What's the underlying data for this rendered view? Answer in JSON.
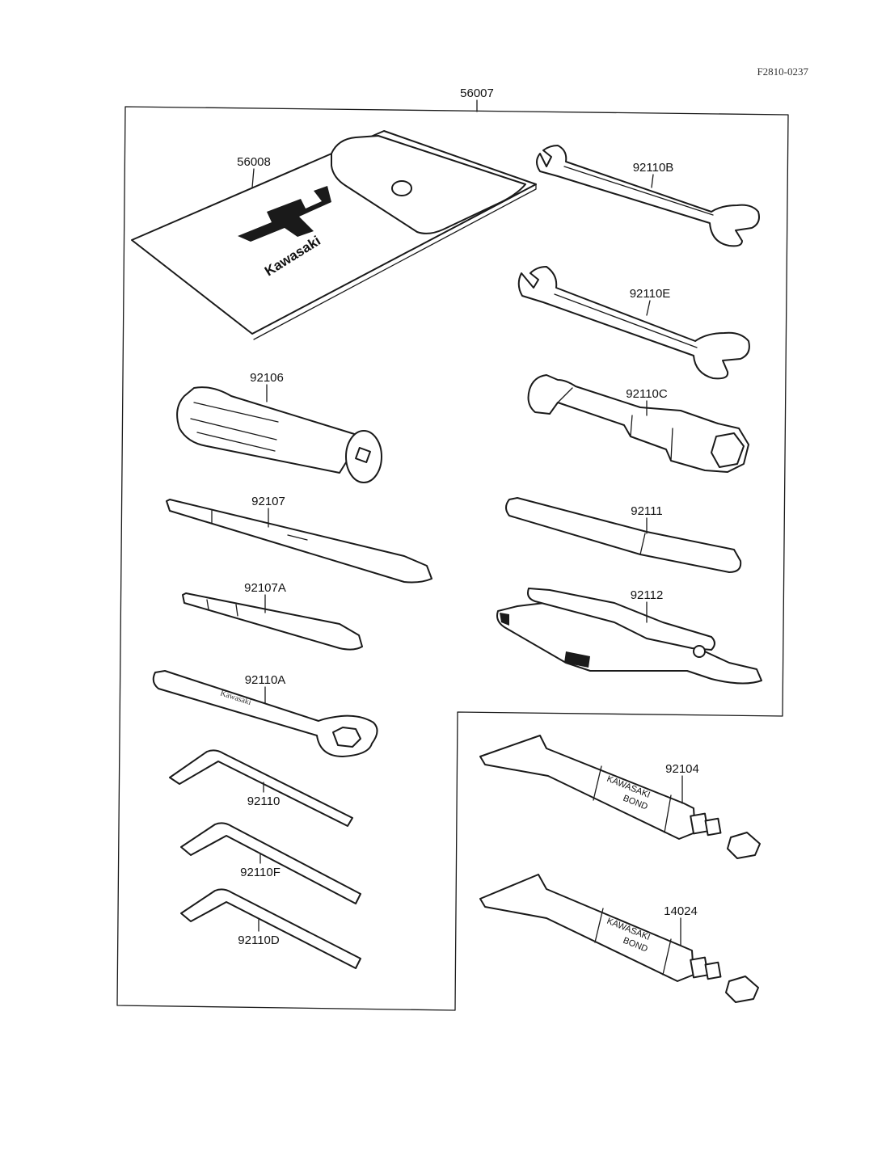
{
  "doc_code": "F2810-0237",
  "kit_label": "56007",
  "parts": {
    "p56008": "56008",
    "p92110B": "92110B",
    "p92110E": "92110E",
    "p92106": "92106",
    "p92110C": "92110C",
    "p92107": "92107",
    "p92111": "92111",
    "p92107A": "92107A",
    "p92112": "92112",
    "p92110A": "92110A",
    "p92104": "92104",
    "p92110": "92110",
    "p92110F": "92110F",
    "p92110D": "92110D",
    "p14024": "14024"
  },
  "pouch_brand": "Kawasaki",
  "tube1": {
    "line1": "KAWASAKI",
    "line2": "BOND"
  },
  "tube2": {
    "line1": "KAWASAKI",
    "line2": "BOND"
  }
}
